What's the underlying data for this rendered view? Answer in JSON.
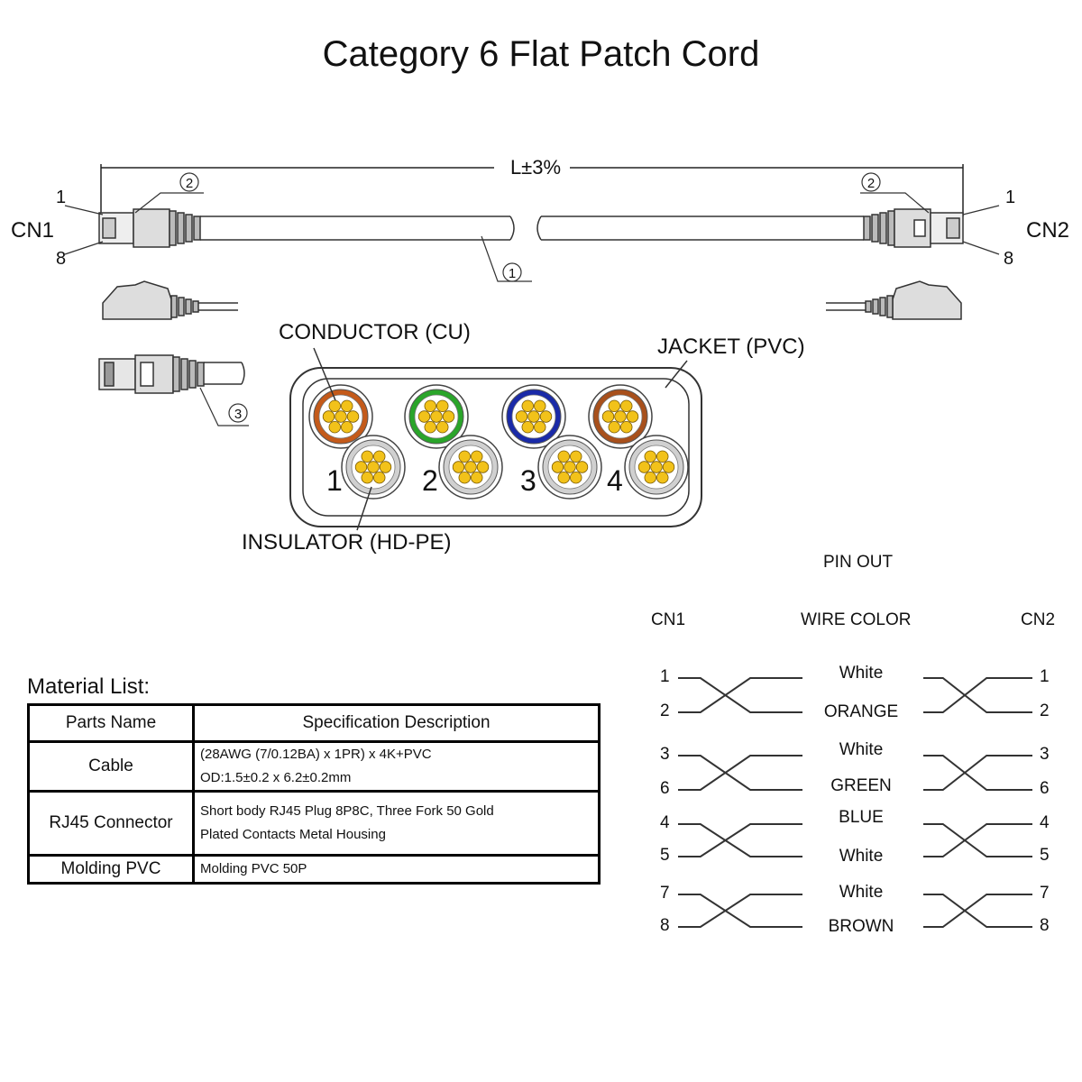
{
  "title": "Category 6 Flat Patch Cord",
  "drawing": {
    "length_label": "L±3%",
    "cn1": "CN1",
    "cn2": "CN2",
    "pin_1": "1",
    "pin_8": "8",
    "callout_1": "1",
    "callout_2": "2",
    "callout_3": "3"
  },
  "cross_section": {
    "conductor_label": "CONDUCTOR (CU)",
    "jacket_label": "JACKET (PVC)",
    "insulator_label": "INSULATOR (HD-PE)",
    "pair_numbers": [
      "1",
      "2",
      "3",
      "4"
    ],
    "colors": {
      "orange": "#c45a1a",
      "green": "#2aa52a",
      "blue": "#1a2aa8",
      "brown": "#a8501c",
      "white": "#d0d0d0",
      "conductor": "#f2c21a"
    }
  },
  "material_list": {
    "title": "Material List:",
    "headers": [
      "Parts Name",
      "Specification Description"
    ],
    "rows": [
      {
        "part": "Cable",
        "spec": [
          "(28AWG (7/0.12BA) x 1PR) x 4K+PVC",
          "OD:1.5±0.2 x 6.2±0.2mm"
        ]
      },
      {
        "part": "RJ45 Connector",
        "spec": [
          "Short body RJ45 Plug 8P8C, Three Fork 50 Gold",
          "Plated Contacts Metal Housing"
        ]
      },
      {
        "part": "Molding PVC",
        "spec": [
          "Molding PVC 50P"
        ]
      }
    ]
  },
  "pinout": {
    "title": "PIN OUT",
    "col_cn1": "CN1",
    "col_wire": "WIRE COLOR",
    "col_cn2": "CN2",
    "pairs": [
      {
        "pins": [
          "1",
          "2"
        ],
        "colors": [
          "White",
          "ORANGE"
        ]
      },
      {
        "pins": [
          "3",
          "6"
        ],
        "colors": [
          "White",
          "GREEN"
        ]
      },
      {
        "pins": [
          "4",
          "5"
        ],
        "colors": [
          "BLUE",
          "White"
        ]
      },
      {
        "pins": [
          "7",
          "8"
        ],
        "colors": [
          "White",
          "BROWN"
        ]
      }
    ]
  }
}
